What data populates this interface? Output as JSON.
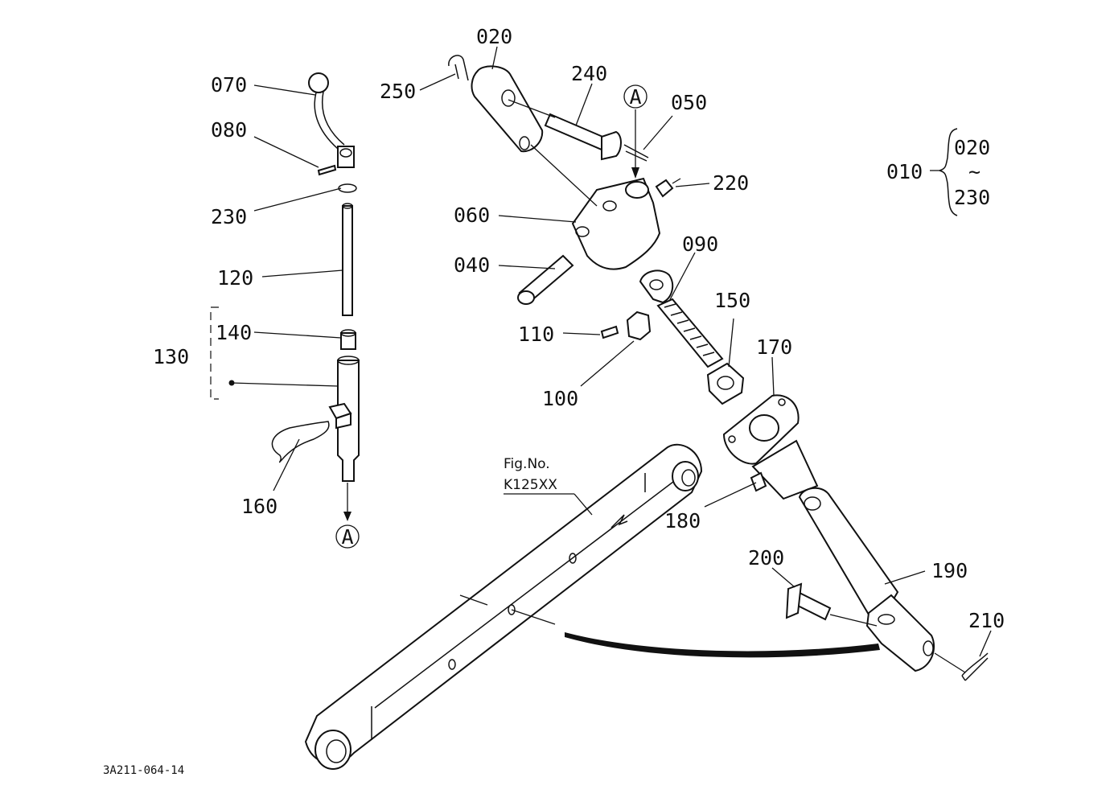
{
  "drawing_id": "3A211-064-14",
  "figure_note": {
    "line1": "Fig.No.",
    "line2": "K125XX"
  },
  "view_marker": "A",
  "callouts": {
    "p010": "010",
    "p020": "020",
    "p040": "040",
    "p050": "050",
    "p060": "060",
    "p070": "070",
    "p080": "080",
    "p090": "090",
    "p100": "100",
    "p110": "110",
    "p120": "120",
    "p130": "130",
    "p140": "140",
    "p150": "150",
    "p160": "160",
    "p170": "170",
    "p180": "180",
    "p190": "190",
    "p200": "200",
    "p210": "210",
    "p220": "220",
    "p230": "230",
    "p240": "240",
    "p250": "250"
  },
  "assembly_group": {
    "from": "020",
    "tilde": "~",
    "to": "230"
  }
}
